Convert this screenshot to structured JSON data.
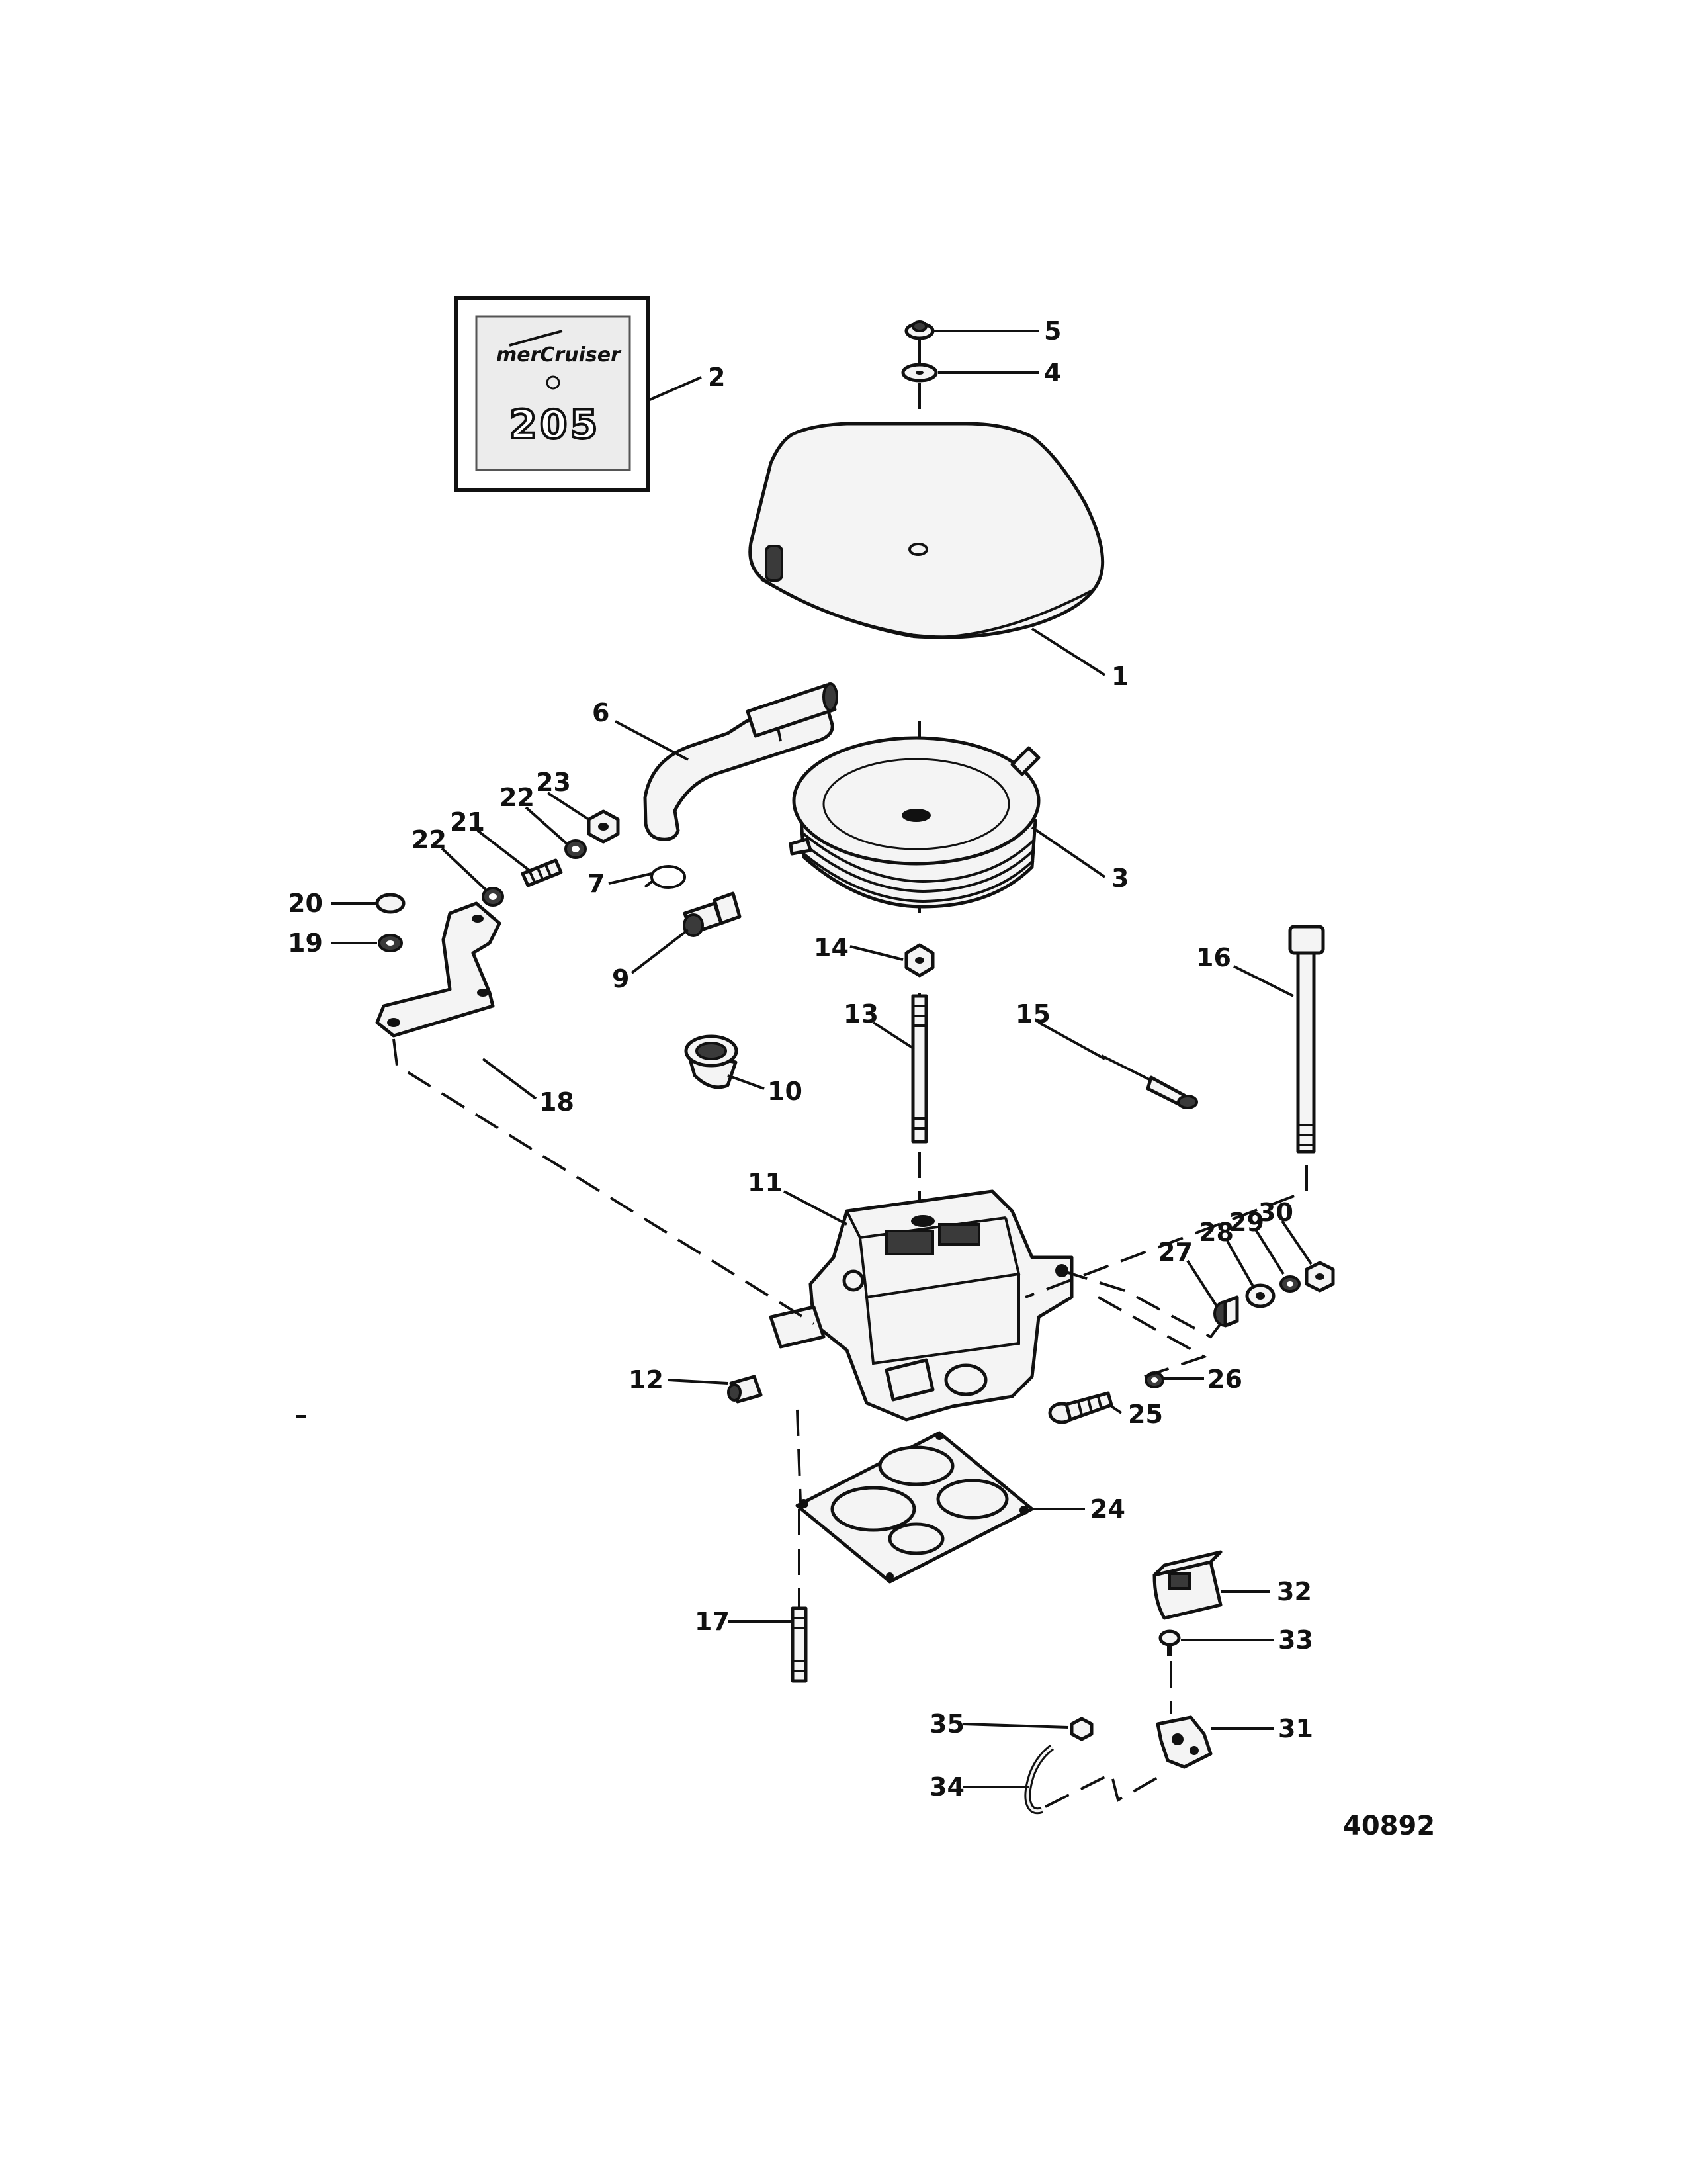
{
  "figure_number": "40892",
  "badge": {
    "brand": "merCruiser",
    "model": "205"
  },
  "callouts": [
    "1",
    "2",
    "3",
    "4",
    "5",
    "6",
    "7",
    "9",
    "10",
    "11",
    "12",
    "13",
    "14",
    "15",
    "16",
    "17",
    "18",
    "19",
    "20",
    "21",
    "22",
    "22",
    "23",
    "24",
    "25",
    "26",
    "27",
    "28",
    "29",
    "30",
    "31",
    "32",
    "33",
    "34",
    "35"
  ]
}
